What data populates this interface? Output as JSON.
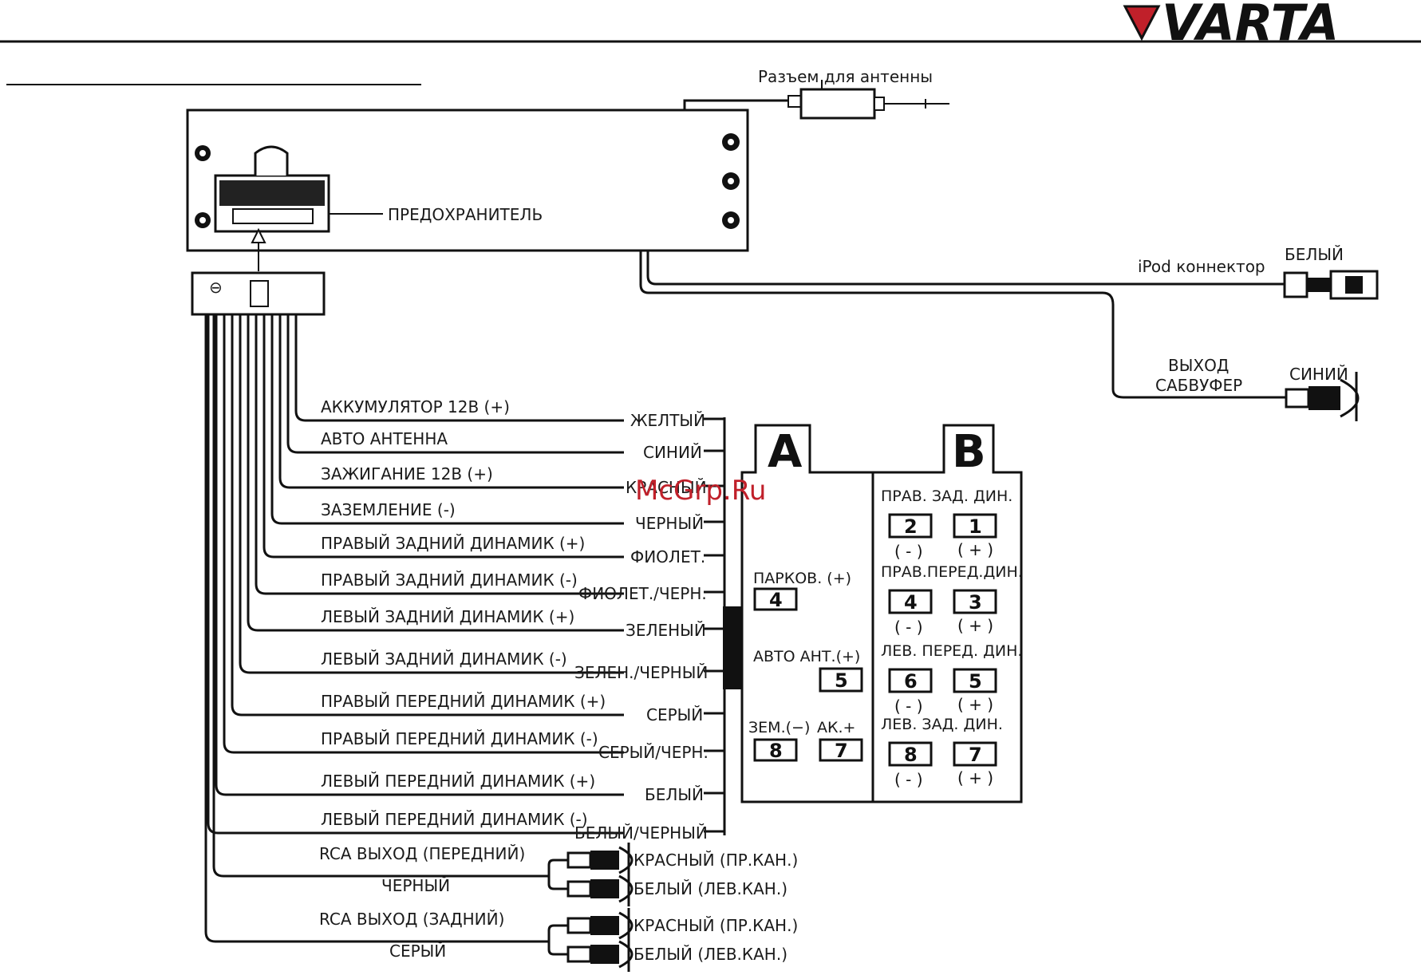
{
  "brand": {
    "name": "VARTA",
    "logo_color": "#c0202a"
  },
  "watermark": "McGrp.Ru",
  "labels": {
    "antenna_connector": "Разъем для антенны",
    "fuse": "ПРЕДОХРАНИТЕЛЬ",
    "ipod_connector": "iPod коннектор",
    "ipod_color": "БЕЛЫЙ",
    "sub_out_line1": "ВЫХОД",
    "sub_out_line2": "САБВУФЕР",
    "sub_color": "СИНИЙ",
    "harness_mark": "⊖"
  },
  "wires": [
    {
      "function": "АККУМУЛЯТОР 12В (+)",
      "color": "ЖЕЛТЫЙ"
    },
    {
      "function": "АВТО АНТЕННА",
      "color": "СИНИЙ"
    },
    {
      "function": "ЗАЖИГАНИЕ 12В (+)",
      "color": "КРАСНЫЙ"
    },
    {
      "function": "ЗАЗЕМЛЕНИЕ (-)",
      "color": "ЧЕРНЫЙ"
    },
    {
      "function": "ПРАВЫЙ ЗАДНИЙ ДИНАМИК (+)",
      "color": "ФИОЛЕТ."
    },
    {
      "function": "ПРАВЫЙ ЗАДНИЙ ДИНАМИК (-)",
      "color": "ФИОЛЕТ./ЧЕРН."
    },
    {
      "function": "ЛЕВЫЙ ЗАДНИЙ ДИНАМИК (+)",
      "color": "ЗЕЛЕНЫЙ"
    },
    {
      "function": "ЛЕВЫЙ ЗАДНИЙ ДИНАМИК (-)",
      "color": "ЗЕЛЕН./ЧЕРНЫЙ"
    },
    {
      "function": "ПРАВЫЙ ПЕРЕДНИЙ ДИНАМИК (+)",
      "color": "СЕРЫЙ"
    },
    {
      "function": "ПРАВЫЙ ПЕРЕДНИЙ ДИНАМИК (-)",
      "color": "СЕРЫЙ/ЧЕРН."
    },
    {
      "function": "ЛЕВЫЙ ПЕРЕДНИЙ ДИНАМИК (+)",
      "color": "БЕЛЫЙ"
    },
    {
      "function": "ЛЕВЫЙ ПЕРЕДНИЙ ДИНАМИК (-)",
      "color": "БЕЛЫЙ/ЧЕРНЫЙ"
    }
  ],
  "rca": [
    {
      "name": "RCA ВЫХОД (ПЕРЕДНИЙ)",
      "color": "ЧЕРНЫЙ",
      "right": "КРАСНЫЙ (ПР.КАН.)",
      "left": "БЕЛЫЙ (ЛЕВ.КАН.)"
    },
    {
      "name": "RCA ВЫХОД (ЗАДНИЙ)",
      "color": "СЕРЫЙ",
      "right": "КРАСНЫЙ (ПР.КАН.)",
      "left": "БЕЛЫЙ (ЛЕВ.КАН.)"
    }
  ],
  "connector_a": {
    "letter": "A",
    "parking_label": "ПАРКОВ. (+)",
    "parking_pin": "4",
    "antenna_label": "АВТО АНТ.(+)",
    "antenna_pin": "5",
    "ground_label": "ЗЕМ.(−)",
    "ground_pin": "8",
    "acc_label": "АК.+",
    "acc_pin": "7"
  },
  "connector_b": {
    "letter": "B",
    "groups": [
      {
        "label": "ПРАВ. ЗАД. ДИН.",
        "neg_pin": "2",
        "pos_pin": "1"
      },
      {
        "label": "ПРАВ.ПЕРЕД.ДИН.",
        "neg_pin": "4",
        "pos_pin": "3"
      },
      {
        "label": "ЛЕВ. ПЕРЕД. ДИН.",
        "neg_pin": "6",
        "pos_pin": "5"
      },
      {
        "label": "ЛЕВ. ЗАД. ДИН.",
        "neg_pin": "8",
        "pos_pin": "7"
      }
    ],
    "neg_text": "( - )",
    "pos_text": "( + )"
  }
}
